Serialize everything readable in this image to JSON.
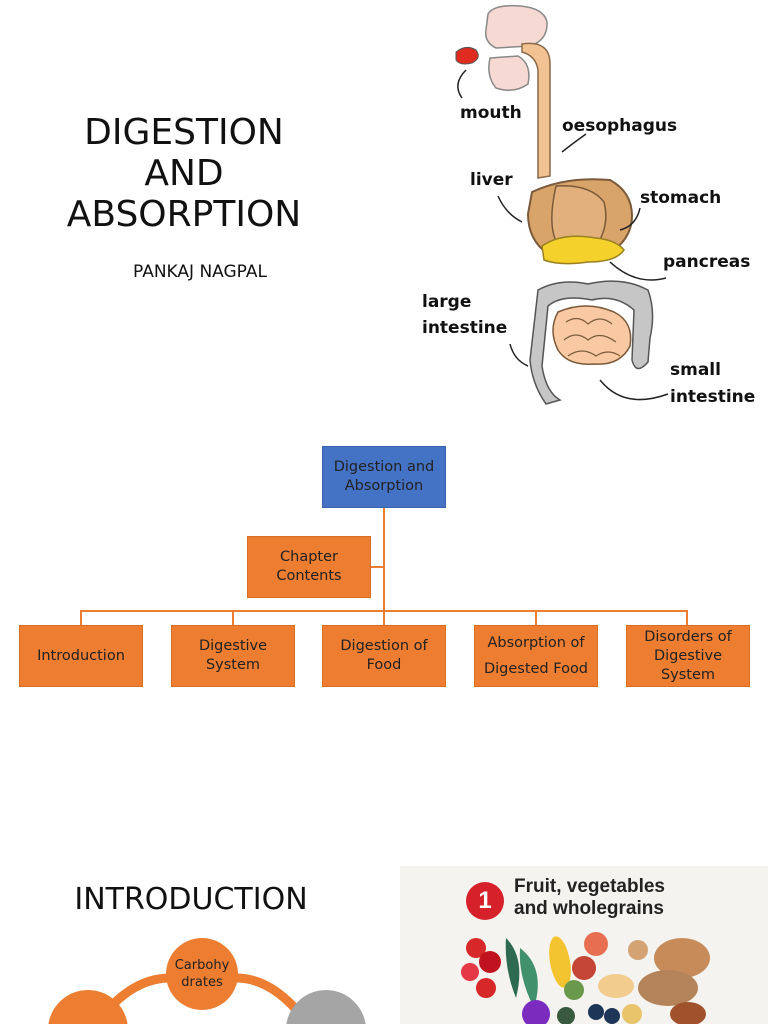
{
  "slide1": {
    "title_lines": [
      "DIGESTION",
      "AND",
      "ABSORPTION"
    ],
    "author": "PANKAJ NAGPAL",
    "diagram": {
      "labels": {
        "mouth": "mouth",
        "oesophagus": "oesophagus",
        "liver": "liver",
        "stomach": "stomach",
        "pancreas": "pancreas",
        "large_intestine_1": "large",
        "large_intestine_2": "intestine",
        "small_intestine_1": "small",
        "small_intestine_2": "intestine"
      }
    }
  },
  "slide2": {
    "root": {
      "line1": "Digestion and",
      "line2": "Absorption"
    },
    "assistant": {
      "line1": "Chapter",
      "line2": "Contents"
    },
    "children": [
      {
        "line1": "Introduction",
        "line2": "",
        "line3": ""
      },
      {
        "line1": "Digestive",
        "line2": "System",
        "line3": ""
      },
      {
        "line1": "Digestion of",
        "line2": "Food",
        "line3": ""
      },
      {
        "line1": "Absorption of",
        "line2": "Digested Food",
        "line3": ""
      },
      {
        "line1": "Disorders of",
        "line2": "Digestive",
        "line3": "System"
      }
    ],
    "colors": {
      "root": "#4472c4",
      "box": "#ed7d31"
    }
  },
  "slide3": {
    "title": "INTRODUCTION",
    "cycle_node": {
      "line1": "Carbohy",
      "line2": "drates"
    },
    "food_card": {
      "number": "1",
      "title_line1": "Fruit, vegetables",
      "title_line2": "and wholegrains"
    }
  }
}
